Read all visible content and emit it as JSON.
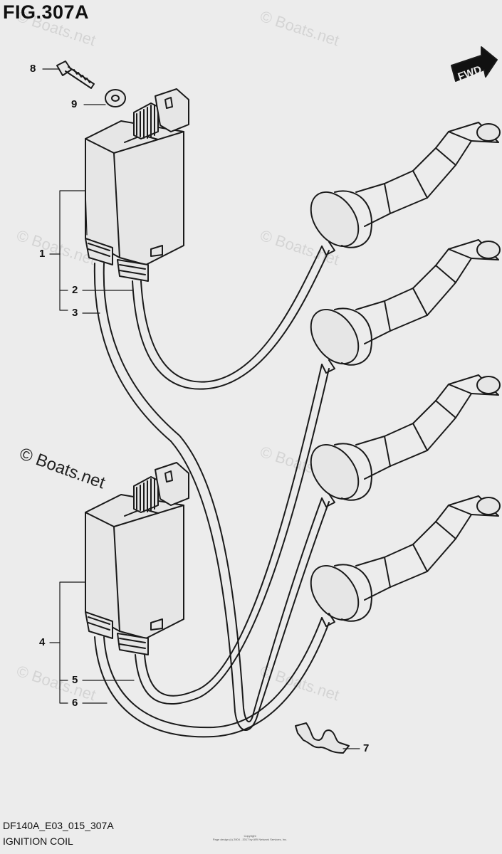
{
  "figure": {
    "title": "FIG.307A",
    "code": "DF140A_E03_015_307A",
    "name": "IGNITION COIL"
  },
  "direction_label": "FWD",
  "callouts": [
    "1",
    "2",
    "3",
    "4",
    "5",
    "6",
    "7",
    "8",
    "9"
  ],
  "watermark": {
    "main": "© Boats.net",
    "faint": "© Boats.net"
  },
  "copyright": {
    "line1": "Copyright",
    "line2": "Page design (c) 2004 - 2017 by ARI Network Services, Inc."
  },
  "colors": {
    "line": "#1a1a1a",
    "fill": "#e6e6e6",
    "background": "#ececec"
  }
}
